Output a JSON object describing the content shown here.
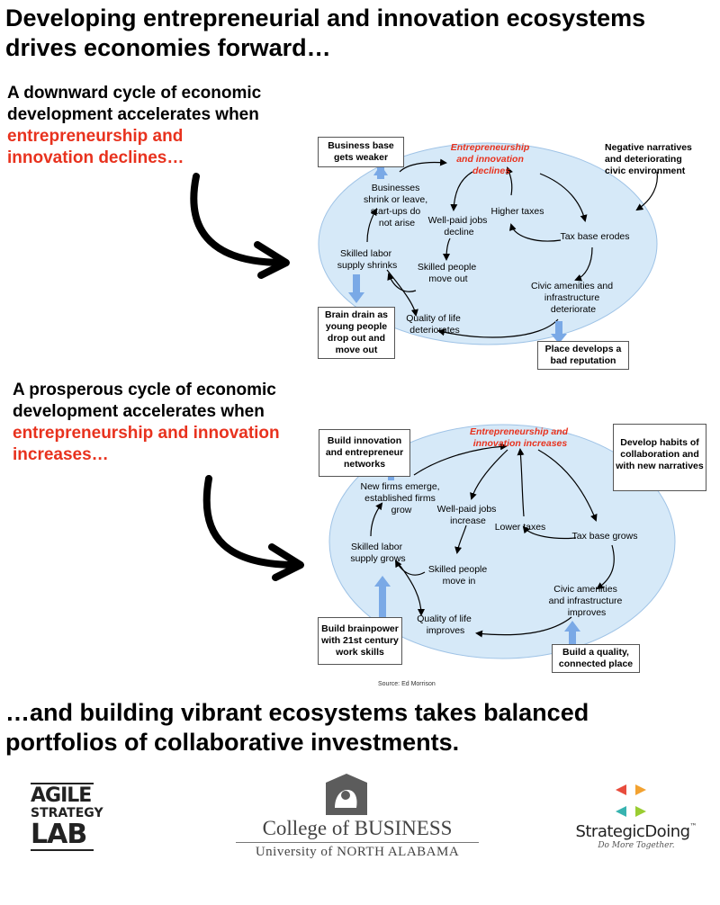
{
  "header": {
    "title_line1": "Developing entrepreneurial and innovation ecosystems",
    "title_line2": "drives economies forward…"
  },
  "downward": {
    "intro_line1": "A downward cycle of economic",
    "intro_line2": "development accelerates when",
    "intro_red_line1": "entrepreneurship and",
    "intro_red_line2": "innovation declines…",
    "center_line1": "Entrepreneurship",
    "center_line2": "and innovation",
    "center_line3": "declines",
    "nodes": {
      "businesses": [
        "Businesses",
        "shrink or leave,",
        "start-ups do",
        "not arise"
      ],
      "jobs": [
        "Well-paid jobs",
        "decline"
      ],
      "taxes": [
        "Higher taxes"
      ],
      "taxbase": [
        "Tax base erodes"
      ],
      "labor": [
        "Skilled labor",
        "supply shrinks"
      ],
      "people": [
        "Skilled people",
        "move out"
      ],
      "civic": [
        "Civic amenities and",
        "infrastructure",
        "deteriorate"
      ],
      "quality": [
        "Quality of life",
        "deteriorates"
      ]
    },
    "boxes": {
      "business_base": [
        "Business base",
        "gets weaker"
      ],
      "narratives": [
        "Negative narratives",
        "and deteriorating",
        "civic environment"
      ],
      "brain_drain": [
        "Brain drain as",
        "young people",
        "drop out and",
        "move out"
      ],
      "reputation": [
        "Place develops a",
        "bad reputation"
      ]
    }
  },
  "upward": {
    "intro_line1": "A prosperous cycle of economic",
    "intro_line2": "development accelerates when",
    "intro_red_line1": "entrepreneurship and  innovation",
    "intro_red_line2": "increases…",
    "center_line1": "Entrepreneurship and",
    "center_line2": "innovation increases",
    "nodes": {
      "firms": [
        "New firms emerge,",
        "established firms",
        "grow"
      ],
      "jobs": [
        "Well-paid jobs",
        "increase"
      ],
      "taxes": [
        "Lower taxes"
      ],
      "taxbase": [
        "Tax base grows"
      ],
      "labor": [
        "Skilled labor",
        "supply grows"
      ],
      "people": [
        "Skilled people",
        "move in"
      ],
      "civic": [
        "Civic amenities",
        "and infrastructure",
        "improves"
      ],
      "quality": [
        "Quality of life",
        "improves"
      ]
    },
    "boxes": {
      "networks": [
        "Build innovation",
        "and entrepreneur",
        "networks"
      ],
      "habits": [
        "Develop habits of",
        "collaboration and",
        "with new narratives"
      ],
      "brainpower": [
        "Build brainpower",
        "with 21st century",
        "work skills"
      ],
      "place": [
        "Build a quality,",
        "connected place"
      ]
    },
    "source": "Source: Ed Morrison"
  },
  "footer": {
    "line1": "…and building vibrant ecosystems takes balanced",
    "line2": "portfolios of collaborative investments."
  },
  "logos": {
    "agile": [
      "AGILE",
      "STRATEGY",
      "LAB"
    ],
    "college_line1": "College of BUSINESS",
    "college_line2": "University of NORTH ALABAMA",
    "strategic": "StrategicDoing",
    "strategic_tm": "™",
    "strategic_tagline": "Do More Together."
  },
  "colors": {
    "accent_red": "#e8321e",
    "ellipse_fill": "#d6e9f8",
    "arrow_blue": "#7aa9e6"
  }
}
